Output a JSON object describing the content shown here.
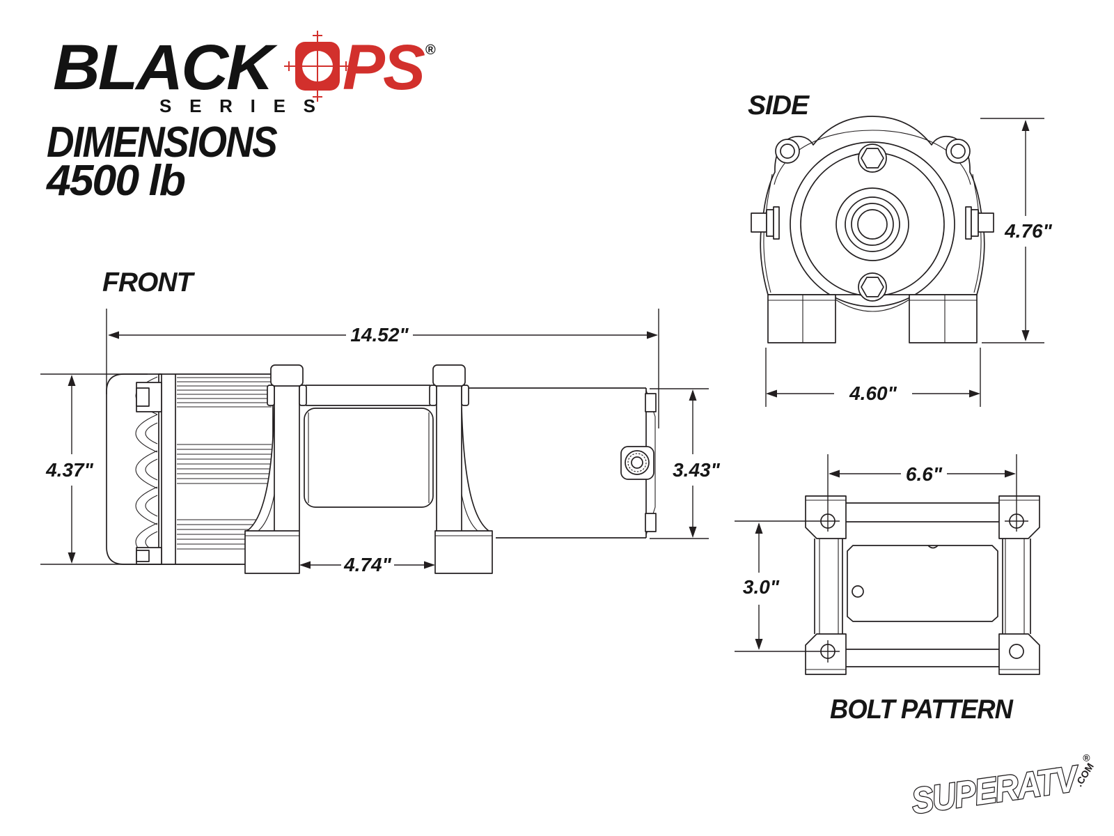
{
  "brand": {
    "word_black": "BLACK",
    "word_ops_tail": "PS",
    "series": "SERIES",
    "registered": "®"
  },
  "title": {
    "line1": "DIMENSIONS",
    "line2": "4500 lb"
  },
  "views": {
    "front": {
      "label": "FRONT",
      "dim_overall_width": "14.52\"",
      "dim_overall_height": "4.37\"",
      "dim_motor_height": "3.43\"",
      "dim_mount_gap": "4.74\""
    },
    "side": {
      "label": "SIDE",
      "dim_height": "4.76\"",
      "dim_width": "4.60\""
    },
    "bolt_pattern": {
      "label": "BOLT PATTERN",
      "dim_hole_spacing_x": "6.6\"",
      "dim_hole_spacing_y": "3.0\""
    }
  },
  "footer": {
    "logo_text": "SUPERATV",
    "logo_domain": ".COM",
    "registered": "®"
  },
  "colors": {
    "accent_red": "#d2302c",
    "line_ink": "#231f20",
    "background": "#ffffff"
  }
}
